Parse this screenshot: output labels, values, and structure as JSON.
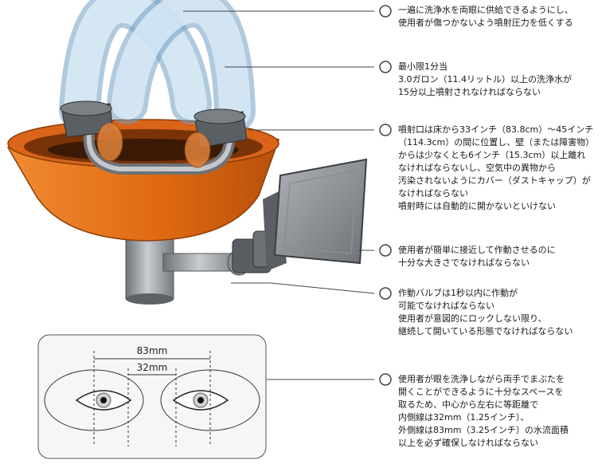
{
  "callouts": [
    {
      "lines": [
        "一遍に洗浄水を両眼に供給できるようにし、",
        "使用者が傷つかないよう噴射圧力を低くする"
      ]
    },
    {
      "lines": [
        "最小限1分当",
        "3.0ガロン（11.4リットル）以上の洗浄水が",
        "15分以上噴射されなければならない"
      ]
    },
    {
      "lines": [
        "噴射口は床から33インチ（83.8cm）～45インチ",
        "（114.3cm）の間に位置し、壁（または障害物）",
        "からは少なくとも6インチ（15.3cm）以上離れ",
        "なければならないし、空気中の異物から",
        "汚染されないようにカバー（ダストキャップ）が",
        "なければならない",
        "噴射時には自動的に開かないといけない"
      ]
    },
    {
      "lines": [
        "使用者が簡単に接近して作動させるのに",
        "十分な大きさでなければならない"
      ]
    },
    {
      "lines": [
        "作動バルブは1秒以内に作動が",
        "可能でなければならない",
        "使用者が意図的にロックしない限り、",
        "継続して開いている形態でなければならない"
      ]
    },
    {
      "lines": [
        "使用者が眼を洗浄しながら両手でまぶたを",
        "開くことができるように十分なスペースを",
        "取るため、中心から左右に等距離で",
        "内側線は32mm（1.25インチ）、",
        "外側線は83mm（3.25インチ）の水流面積",
        "以上を必ず確保しなければならない"
      ]
    }
  ],
  "dimensions": {
    "outer": "83mm",
    "inner": "32mm"
  },
  "colors": {
    "bowl": "#e8731e",
    "water": "#a9cde6",
    "metal": "#9a9ea3",
    "line": "#444444"
  }
}
